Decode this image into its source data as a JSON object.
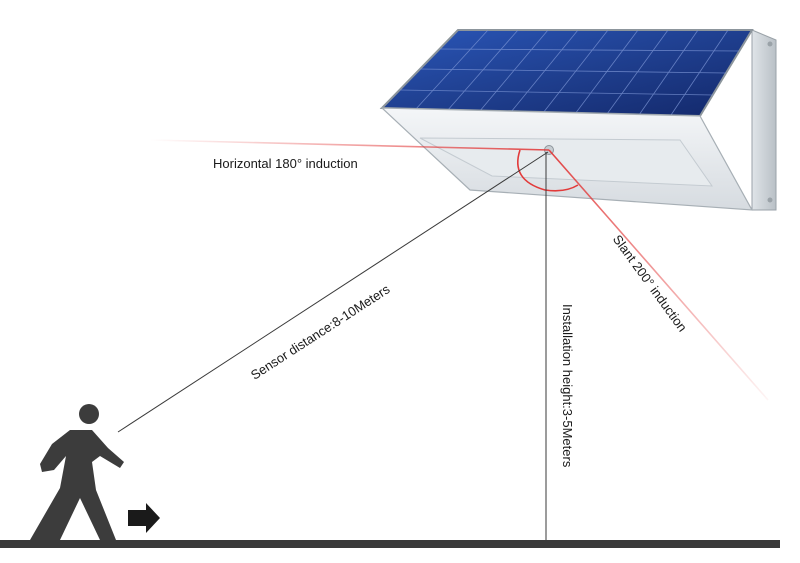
{
  "labels": {
    "horizontal": "Horizontal 180°  induction",
    "slant": "Slant 200°  induction",
    "sensor_distance": "Sensor distance:8-10Meters",
    "installation_height": "Installation height:3-5Meters"
  },
  "colors": {
    "panel_blue": "#1f3f8f",
    "panel_dark": "#0f2460",
    "housing": "#e9edf0",
    "housing_shadow": "#c8ced3",
    "red_beam": "#e23a3a",
    "line": "#3a3a3a",
    "ground": "#3a3a3a",
    "person": "#3c3c3c"
  },
  "icons": {
    "person": "walking-person-icon",
    "arrow": "arrow-right-icon",
    "light": "solar-light-icon"
  }
}
